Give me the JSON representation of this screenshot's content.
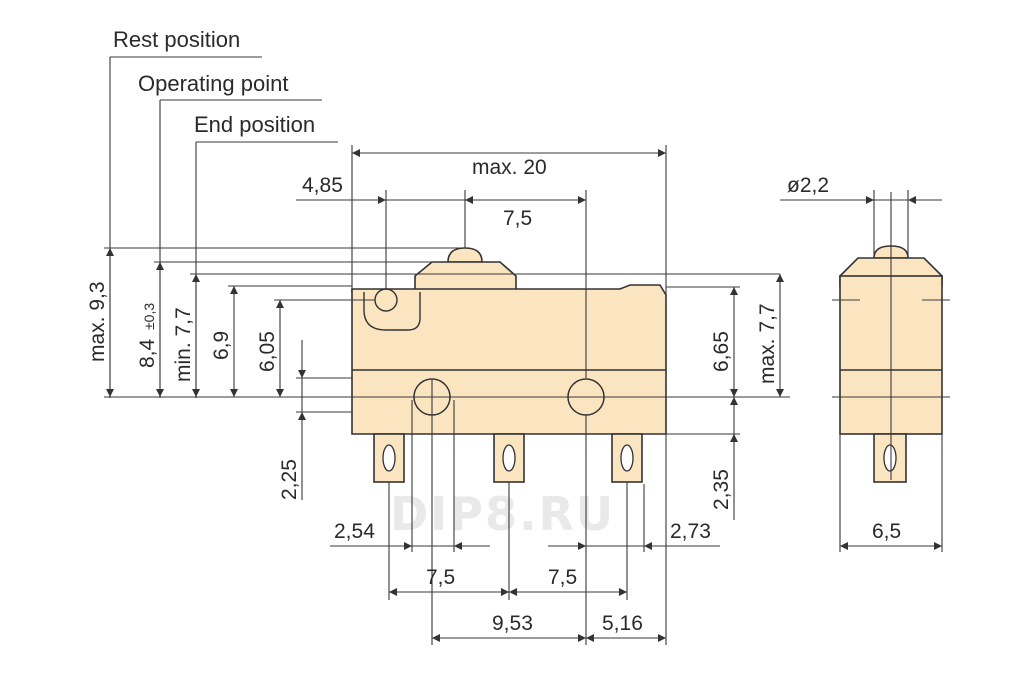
{
  "labels": {
    "rest_position": "Rest position",
    "operating_point": "Operating point",
    "end_position": "End position"
  },
  "dimensions": {
    "overall_length": "max. 20",
    "hole_offset": "4,85",
    "actuator_to_hole": "7,5",
    "max_height": "max. 9,3",
    "operating_height_value": "8,4",
    "operating_height_tol": "±0,3",
    "min_height": "min. 7,7",
    "end_height": "6,9",
    "hole_height": "6,05",
    "body_height": "6,65",
    "body_height_max": "max. 7,7",
    "pin_height_left": "2,25",
    "pin_height_right": "2,35",
    "pin_offset_left": "2,54",
    "pin_offset_right": "2,73",
    "pin_pitch_1": "7,5",
    "pin_pitch_2": "7,5",
    "hole_pitch": "9,53",
    "hole_to_end": "5,16",
    "actuator_diameter": "ø2,2",
    "side_width": "6,5"
  },
  "watermark": "DIP8.RU",
  "colors": {
    "body": "#fbe5c0",
    "lines": "#3a3a3a",
    "watermark": "#e9e9e9"
  }
}
